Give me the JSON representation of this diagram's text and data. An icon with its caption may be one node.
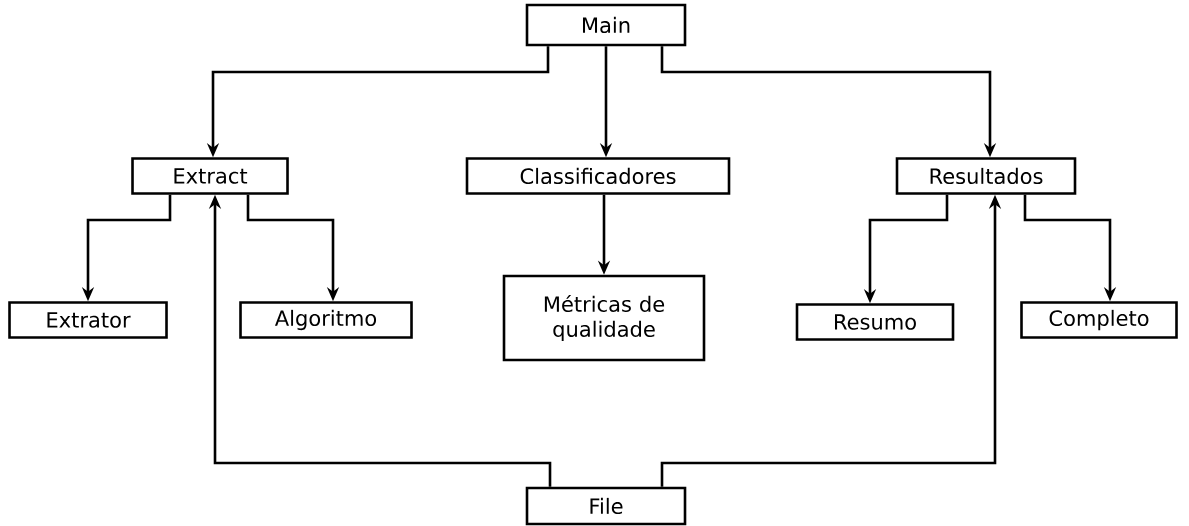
{
  "diagram": {
    "nodes": [
      {
        "text": [
          "Main"
        ]
      },
      {
        "text": [
          "Extract"
        ]
      },
      {
        "text": [
          "Classificadores"
        ]
      },
      {
        "text": [
          "Resultados"
        ]
      },
      {
        "text": [
          "Extrator"
        ]
      },
      {
        "text": [
          "Algoritmo"
        ]
      },
      {
        "text": [
          "Métricas de qualidade"
        ]
      },
      {
        "text": [
          "Resumo"
        ]
      },
      {
        "text": [
          "Completo"
        ]
      },
      {
        "text": [
          "File"
        ]
      }
    ],
    "edges": [
      {
        "from": 0,
        "to": 1,
        "arrow": "to"
      },
      {
        "from": 0,
        "to": 2,
        "arrow": "to"
      },
      {
        "from": 0,
        "to": 3,
        "arrow": "to"
      },
      {
        "from": 1,
        "to": 4,
        "arrow": "to"
      },
      {
        "from": 1,
        "to": 5,
        "arrow": "to"
      },
      {
        "from": 2,
        "to": 6,
        "arrow": "to"
      },
      {
        "from": 3,
        "to": 7,
        "arrow": "to"
      },
      {
        "from": 3,
        "to": 8,
        "arrow": "to"
      },
      {
        "from": 9,
        "to": 1,
        "arrow": "to"
      },
      {
        "from": 9,
        "to": 3,
        "arrow": "to"
      }
    ]
  }
}
